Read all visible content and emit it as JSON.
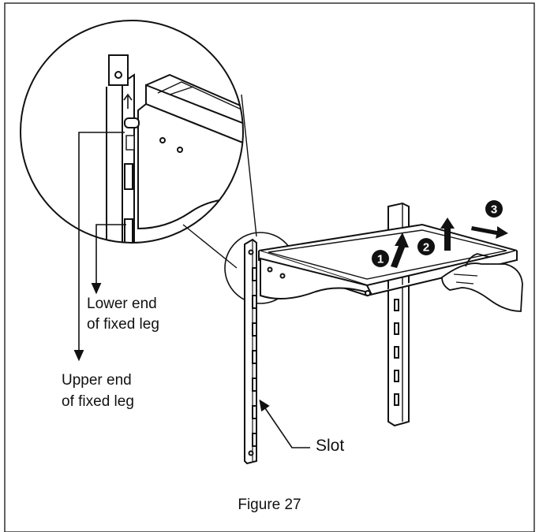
{
  "labels": {
    "lower_end_line1": "Lower end",
    "lower_end_line2": "of fixed leg",
    "upper_end_line1": "Upper end",
    "upper_end_line2": "of fixed leg",
    "slot": "Slot"
  },
  "steps": [
    "1",
    "2",
    "3"
  ],
  "caption": "Figure 27"
}
